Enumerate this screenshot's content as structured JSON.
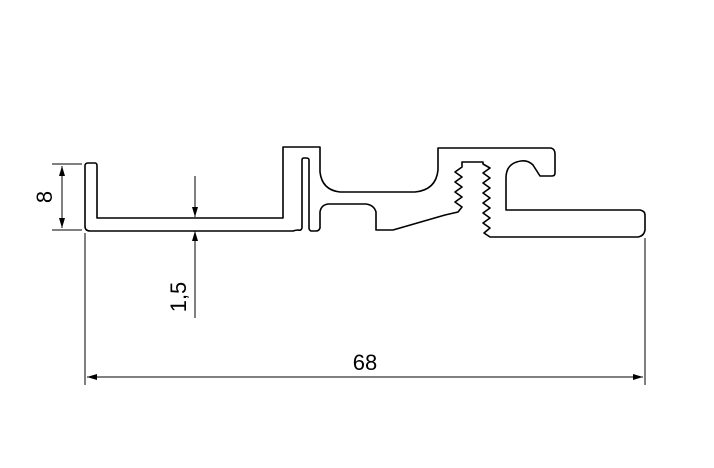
{
  "drawing": {
    "dimensions": {
      "height": "8",
      "wall_thickness": "1,5",
      "width": "68"
    },
    "colors": {
      "line": "#000000",
      "background": "#ffffff"
    }
  }
}
